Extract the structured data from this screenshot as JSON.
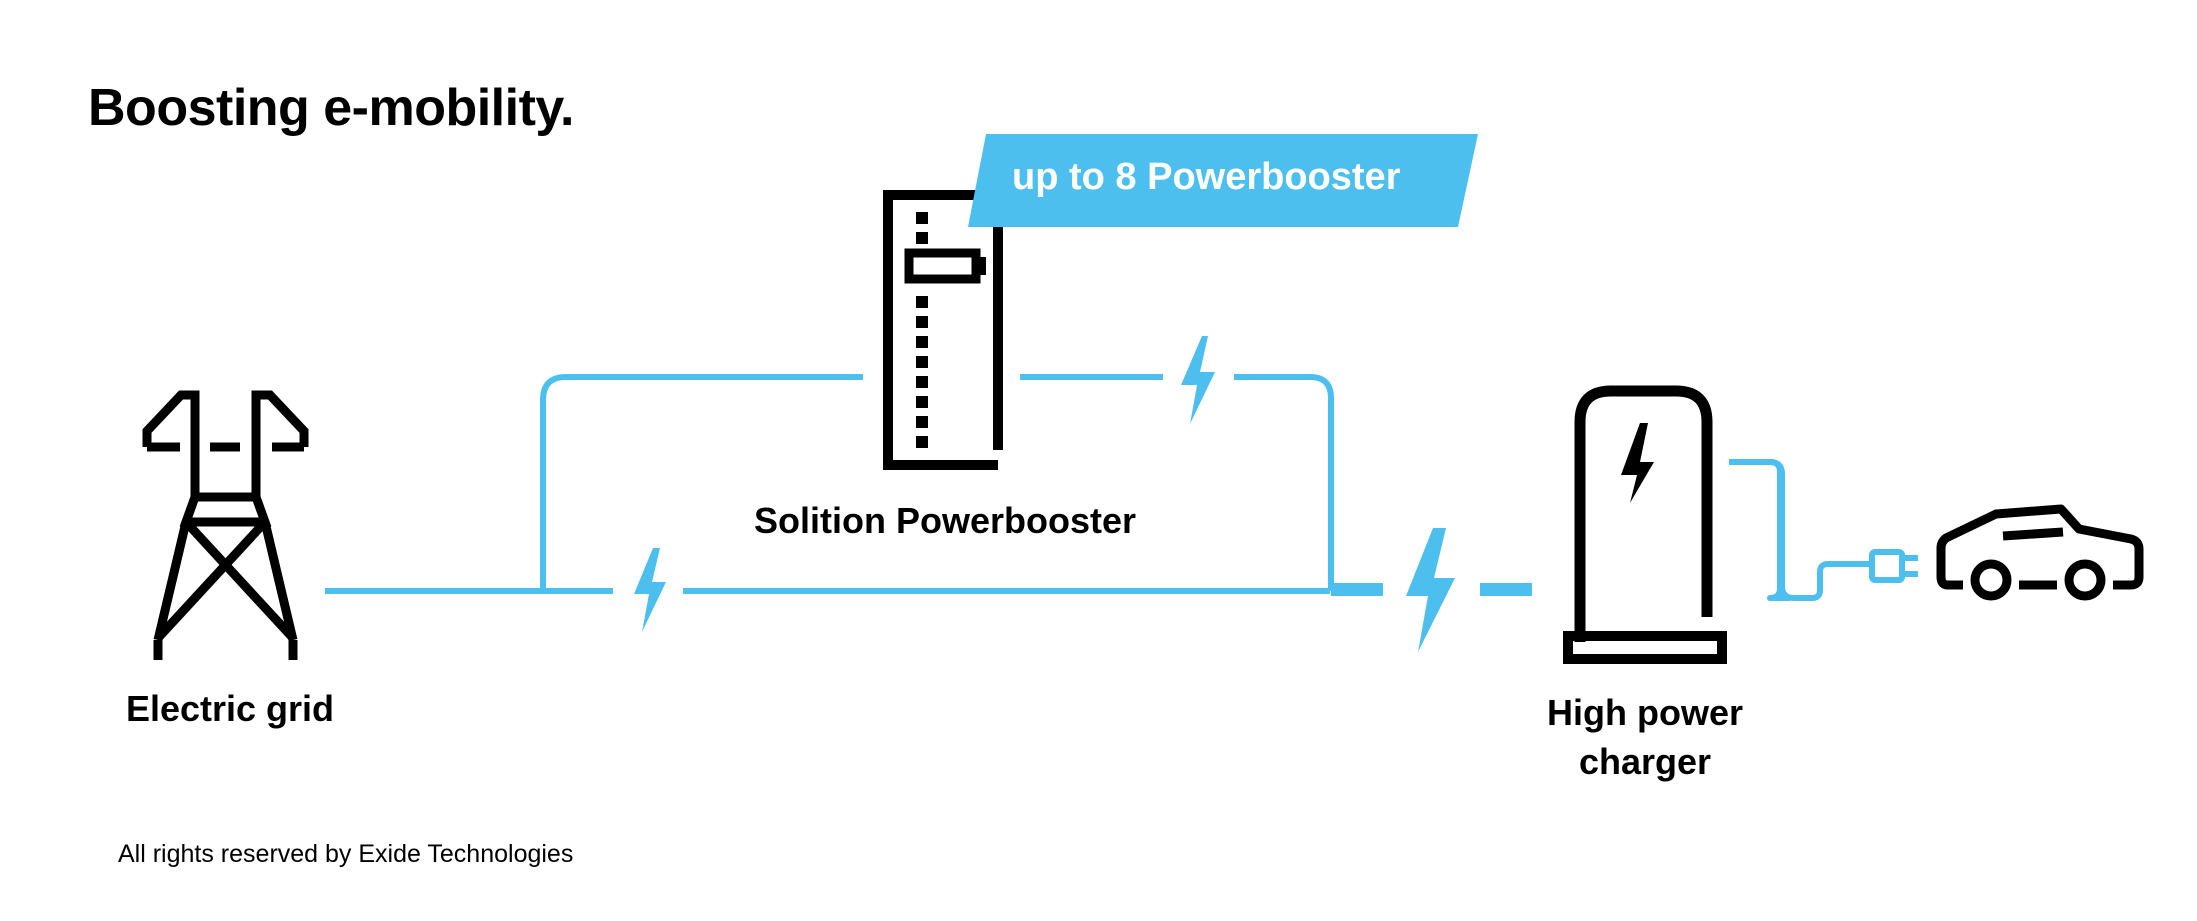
{
  "title": "Boosting e-mobility.",
  "badge": {
    "text": "up to 8 Powerbooster",
    "color": "#4dbfef"
  },
  "nodes": {
    "grid": {
      "label": "Electric grid",
      "icon": "power-pylon-icon"
    },
    "booster": {
      "label": "Solition Powerbooster",
      "icon": "battery-cabinet-icon"
    },
    "charger": {
      "label_line1": "High power",
      "label_line2": "charger",
      "icon": "ev-charger-icon"
    },
    "car": {
      "icon": "electric-car-icon"
    }
  },
  "connections": {
    "line_color": "#4dbfef",
    "bolt_icon": "lightning-bolt-icon",
    "plug_icon": "plug-icon"
  },
  "footer": "All rights reserved by Exide Technologies"
}
